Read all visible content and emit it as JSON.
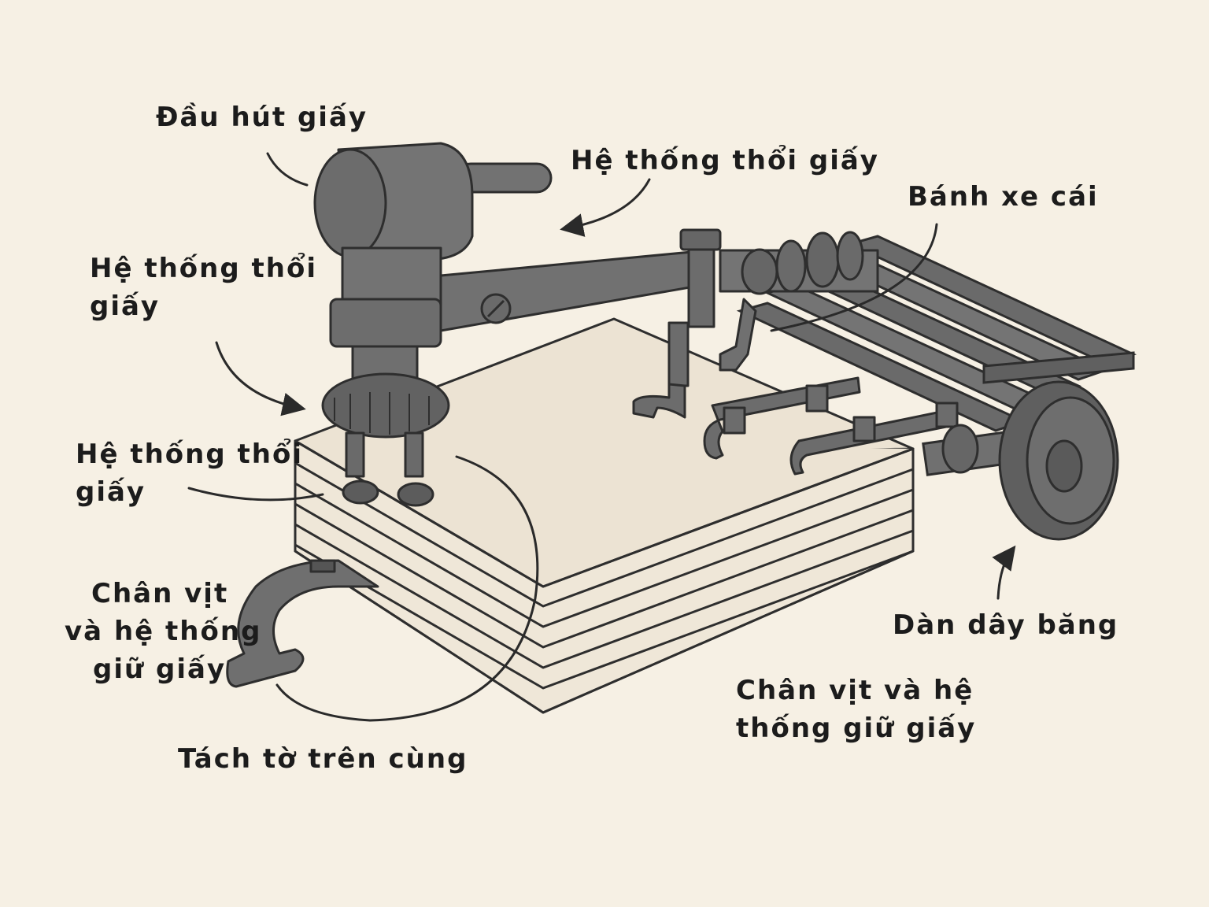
{
  "labels": {
    "dau_hut": "Đầu hút giấy",
    "he_thong_thoi_top": "Hệ thống thổi giấy",
    "banh_xe": "Bánh xe cái",
    "he_thong_thoi_left_1": "Hệ thống thổi",
    "he_thong_thoi_left_2": "giấy",
    "he_thong_thoi_mid_1": "Hệ thống thổi",
    "he_thong_thoi_mid_2": "giấy",
    "chan_vit_left_1": "Chân vịt",
    "chan_vit_left_2": "và hệ thống",
    "chan_vit_left_3": "giữ giấy",
    "tach_to": "Tách tờ trên cùng",
    "dan_day": "Dàn dây băng",
    "chan_vit_right_1": "Chân vịt và hệ",
    "chan_vit_right_2": "thống giữ giấy"
  },
  "colors": {
    "background": "#f6f0e4",
    "paper": "#ece3d3",
    "metal": "#6e6e6e",
    "metal_dark": "#555555",
    "outline": "#2e2e2e",
    "text": "#1c1c1c"
  }
}
